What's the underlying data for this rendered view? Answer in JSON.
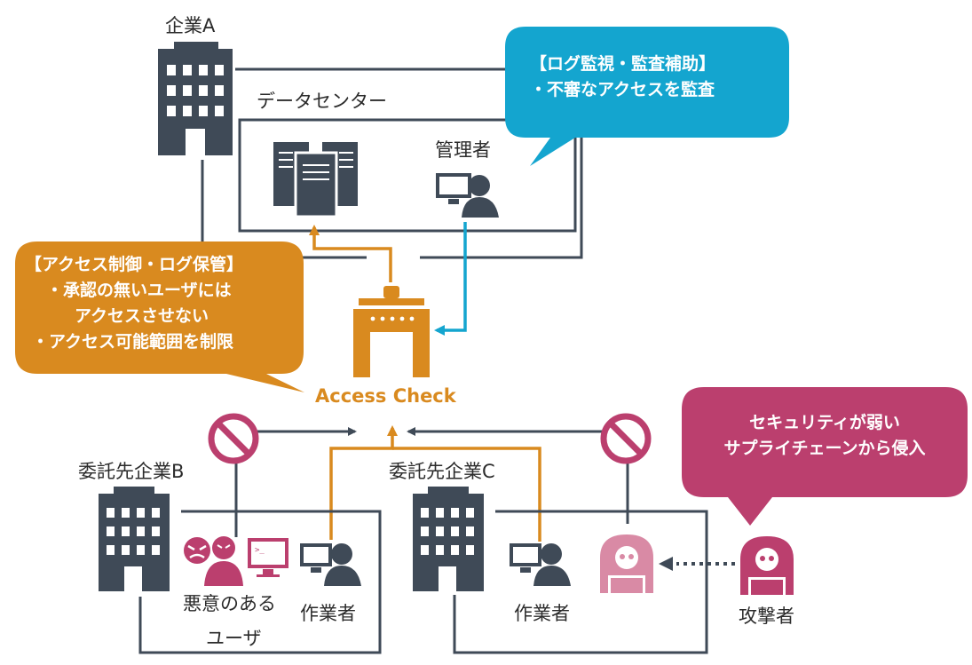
{
  "companies": {
    "a": "企業A",
    "b": "委託先企業B",
    "c": "委託先企業C"
  },
  "datacenter": {
    "label": "データセンター",
    "admin_label": "管理者"
  },
  "access_check": "Access Check",
  "callouts": {
    "log_monitoring": {
      "line1": "【ログ監視・監査補助】",
      "line2": "・不審なアクセスを監査"
    },
    "access_control": {
      "line1": "【アクセス制御・ログ保管】",
      "line2": "・承認の無いユーザには",
      "line3": "アクセスさせない",
      "line4": "・アクセス可能範囲を制限"
    },
    "supply_chain": {
      "line1": "セキュリティが弱い",
      "line2": "サプライチェーンから侵入"
    }
  },
  "people": {
    "malicious_user_line1": "悪意のある",
    "malicious_user_line2": "ユーザ",
    "worker_b": "作業者",
    "worker_c": "作業者",
    "attacker": "攻撃者"
  },
  "colors": {
    "dark": "#3f4a57",
    "orange": "#d98a1f",
    "blue": "#14a5cf",
    "magenta": "#bb3f6e",
    "pink": "#d98aa5"
  }
}
